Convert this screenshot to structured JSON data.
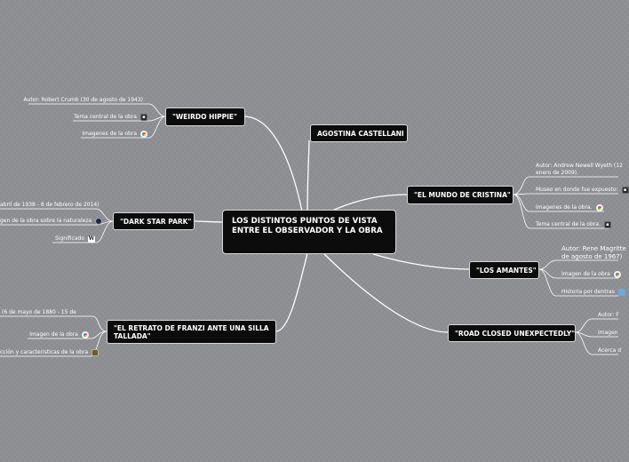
{
  "central_topic": "LOS DISTINTOS PUNTOS DE VISTA ENTRE EL OBSERVADOR Y LA OBRA",
  "branches": {
    "weirdo": {
      "title": "\"WEIRDO HIPPIE\"",
      "leaves": [
        "Autor: Robert Crumb (30 de agosto de 1943)",
        "Tema central de la obra",
        "Imagenes de la obra"
      ],
      "icons": [
        "image-icon",
        "picture-icon"
      ]
    },
    "darkstar": {
      "title": "\"DARK STAR PARK\"",
      "leaves": [
        "abril de 1938 - 8 de febrero de 2014)",
        "gen de la obra sobre la naturaleza",
        "Significado"
      ],
      "icons": [
        "globe-icon",
        "wikipedia-icon"
      ]
    },
    "franzi": {
      "title": "\"EL RETRATO DE FRANZI ANTE UNA SILLA TALLADA\"",
      "leaves": [
        "(6 de mayo de 1880 - 15 de",
        "Imagen de la obra",
        "cción y caracteristicas de la obra"
      ],
      "icons": [
        "picture-icon",
        "portrait-icon"
      ]
    },
    "agostina": {
      "title": "AGOSTINA CASTELLANI"
    },
    "cristina": {
      "title": "\"EL MUNDO DE CRISTINA\"",
      "leaves": [
        "Autor: Andrew Newell Wyeth (12",
        "enero de 2009).",
        "Museo en donde fue expuesto:",
        "Imagenes de la obra.",
        "Tema central de la obra."
      ],
      "icons": [
        "image-icon",
        "picture-icon",
        "image-icon"
      ]
    },
    "amantes": {
      "title": "\"LOS AMANTES\"",
      "leaves": [
        "Autor: Rene Magritte",
        "de agosto de 1967)",
        "Imagen de la obra",
        "Historia por dentras"
      ],
      "icons": [
        "picture-icon",
        "link-icon"
      ]
    },
    "road": {
      "title": "\"ROAD CLOSED UNEXPECTEDLY\"",
      "leaves": [
        "Autor: F",
        "Imagen",
        "Acerca d"
      ]
    }
  },
  "colors": {
    "node_bg": "#0c0c0c",
    "node_border": "#d8d8d8",
    "line": "#ffffff",
    "background": "#8a8c90"
  }
}
